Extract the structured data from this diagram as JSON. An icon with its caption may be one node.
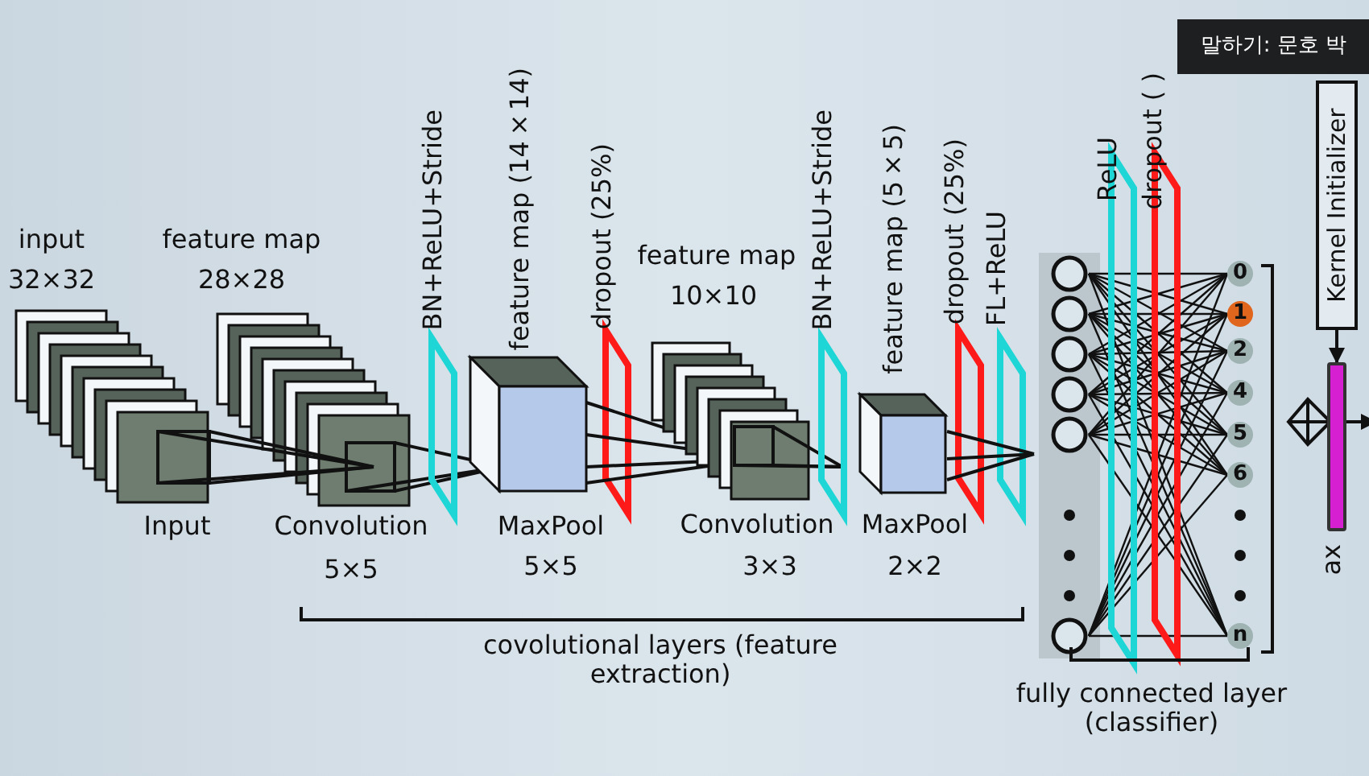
{
  "diagram": {
    "nodes": [
      {
        "text": [
          "Kernel Initializer"
        ]
      },
      {
        "text": [],
        "shape": "bar",
        "beside": [
          "ax"
        ]
      }
    ],
    "edges": [
      {
        "from": 0,
        "to": 1,
        "arrow": "to"
      },
      {
        "from": 1,
        "to": null,
        "arrow": "to"
      }
    ],
    "labels": [
      "input",
      "32×32",
      "feature map",
      "28×28",
      "BN+ReLU+Stride",
      "feature map (14×14)",
      "dropout (25%)",
      "feature map",
      "10×10",
      "BN+ReLU+Stride",
      "feature map (5×5)",
      "dropout (25%)",
      "FL+ReLU",
      "ReLU",
      "dropout ( )",
      "말하기: 문호 박",
      "0",
      "1",
      "2",
      "4",
      "5",
      "6",
      "n",
      "Input",
      "Convolution",
      "5×5",
      "MaxPool",
      "5×5",
      "Convolution",
      "3×3",
      "MaxPool",
      "2×2",
      "covolutional layers (feature extraction)",
      "fully connected layer (classifier)"
    ]
  }
}
